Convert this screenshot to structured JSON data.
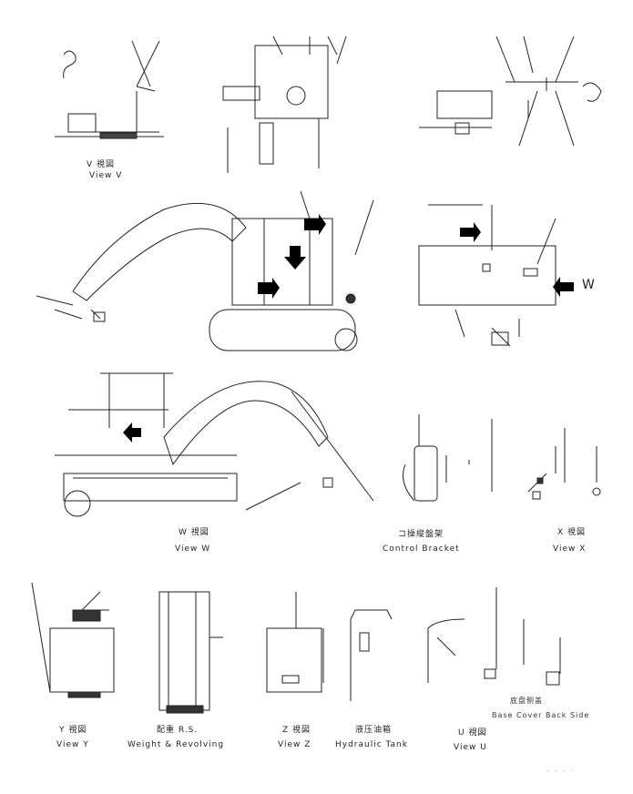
{
  "labels": {
    "view_v_jp": "V 視図",
    "view_v_en": "View V",
    "view_w_jp": "W 視図",
    "view_w_en": "View W",
    "control_bracket_jp": "コ操縦盤架",
    "control_bracket_en": "Control Bracket",
    "view_x_jp": "X 視図",
    "view_x_en": "View X",
    "view_y_jp": "Y 視図",
    "view_y_en": "View Y",
    "weight_jp": "配重 R.S.",
    "weight_en": "Weight & Revolving",
    "view_z_jp": "Z 視図",
    "view_z_en": "View Z",
    "hyd_tank_jp": "液压油箱",
    "hyd_tank_en": "Hydraulic Tank",
    "view_u_jp": "U 視図",
    "view_u_en": "View U",
    "base_cover_jp": "底盘侧盖",
    "base_cover_en": "Base Cover Back Side",
    "marker_w": "W",
    "footer_code": "- - - ·"
  }
}
